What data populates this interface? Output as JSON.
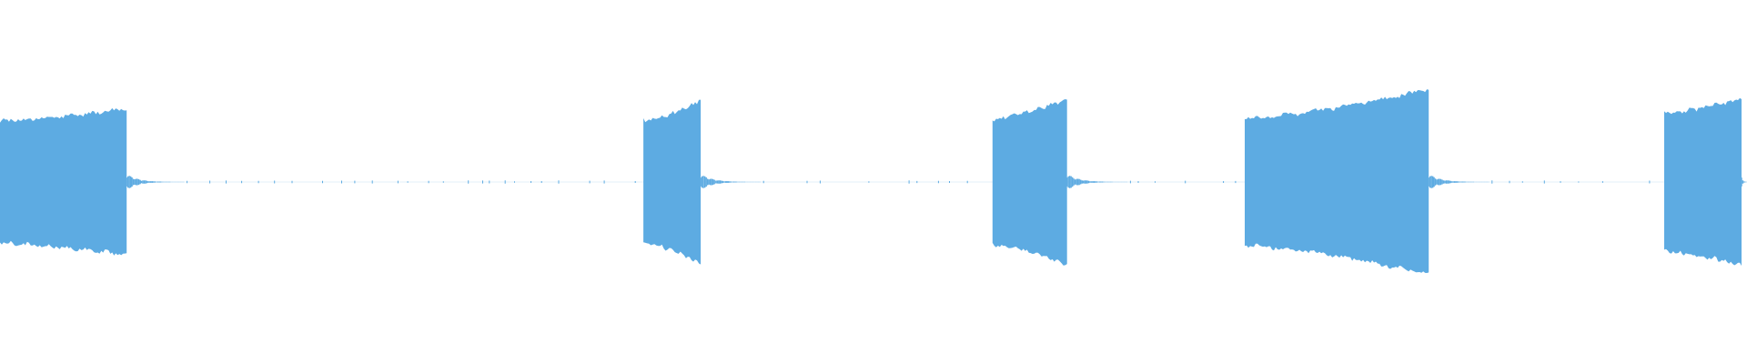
{
  "waveform": {
    "color": "#5dabe2",
    "background": "#ffffff",
    "segments": [
      {
        "type": "burst",
        "start": 0.0,
        "end": 0.0725,
        "amp_start": 0.84,
        "amp_end": 1.0
      },
      {
        "type": "decay",
        "start": 0.0725,
        "end": 0.105
      },
      {
        "type": "burst",
        "start": 0.3683,
        "end": 0.4011,
        "amp_start": 0.84,
        "amp_end": 1.12
      },
      {
        "type": "decay",
        "start": 0.4011,
        "end": 0.435
      },
      {
        "type": "burst",
        "start": 0.5681,
        "end": 0.6108,
        "amp_start": 0.86,
        "amp_end": 1.14
      },
      {
        "type": "decay",
        "start": 0.6108,
        "end": 0.645
      },
      {
        "type": "burst",
        "start": 0.7125,
        "end": 0.8178,
        "amp_start": 0.87,
        "amp_end": 1.27
      },
      {
        "type": "decay",
        "start": 0.8178,
        "end": 0.852
      },
      {
        "type": "burst",
        "start": 0.9526,
        "end": 0.9969,
        "amp_start": 0.95,
        "amp_end": 1.14
      },
      {
        "type": "decay",
        "start": 0.9969,
        "end": 1.0
      }
    ],
    "noise_ranges": [
      [
        0.105,
        0.3683
      ],
      [
        0.435,
        0.5681
      ],
      [
        0.645,
        0.7125
      ],
      [
        0.852,
        0.9526
      ]
    ]
  }
}
